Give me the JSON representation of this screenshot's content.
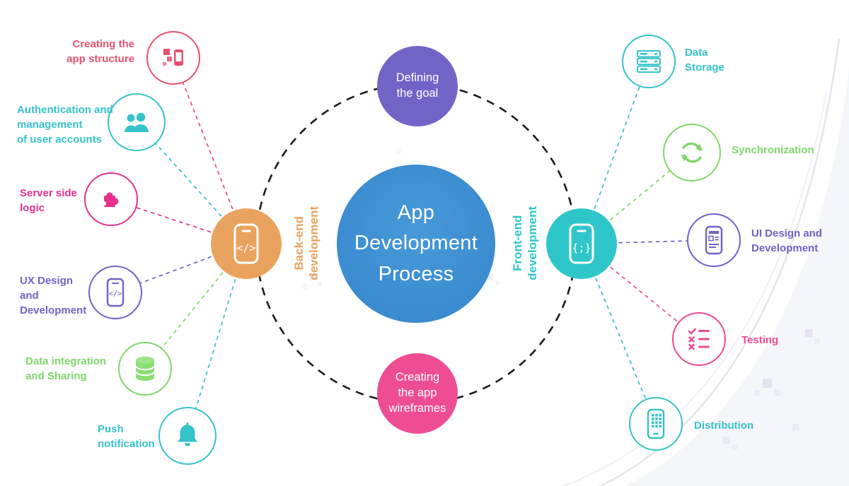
{
  "center_node": {
    "label": "App\nDevelopment\nProcess",
    "color": "#3d8ed2"
  },
  "phase_top": {
    "label": "Defining\nthe goal",
    "color": "#7264c6"
  },
  "phase_bottom": {
    "label": "Creating\nthe app\nwireframes",
    "color": "#ee4d94"
  },
  "hub_backend": {
    "label": "Back-end\ndevelopment",
    "color": "#eaa35e",
    "icon": "phone-code-icon"
  },
  "hub_frontend": {
    "label": "Front-end\ndevelopment",
    "color": "#2fc6c9",
    "icon": "phone-braces-icon"
  },
  "backend_branches": [
    {
      "label": "Creating the\napp structure",
      "color": "#e8506e",
      "icon": "app-blocks-icon"
    },
    {
      "label": "Authentication and\nmanagement\nof user accounts",
      "color": "#35c2ca",
      "icon": "users-icon"
    },
    {
      "label": "Server side\nlogic",
      "color": "#e6308f",
      "icon": "puzzle-icon"
    },
    {
      "label": "UX Design\nand\nDevelopment",
      "color": "#6d63c8",
      "icon": "phone-dev-icon"
    },
    {
      "label": "Data integration\nand Sharing",
      "color": "#7fd76c",
      "icon": "database-icon"
    },
    {
      "label": "Push\nnotification",
      "color": "#35c2ca",
      "icon": "bell-icon"
    }
  ],
  "frontend_branches": [
    {
      "label": "Data\nStorage",
      "color": "#35c2ca",
      "icon": "server-icon"
    },
    {
      "label": "Synchronization",
      "color": "#7fd76c",
      "icon": "sync-arrows-icon"
    },
    {
      "label": "UI Design and\nDevelopment",
      "color": "#6d63c8",
      "icon": "phone-ui-icon"
    },
    {
      "label": "Testing",
      "color": "#ed4a92",
      "icon": "checklist-icon"
    },
    {
      "label": "Distribution",
      "color": "#35c2ca",
      "icon": "phone-apps-icon"
    }
  ]
}
